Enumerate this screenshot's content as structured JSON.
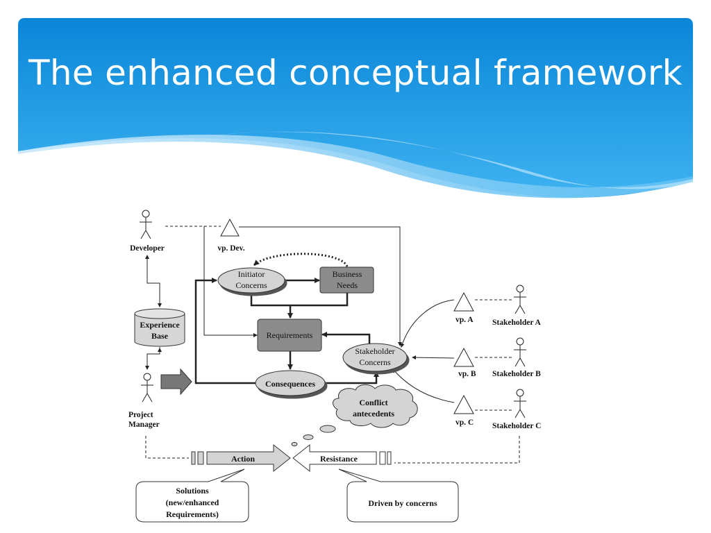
{
  "slide": {
    "title": "The enhanced conceptual framework"
  },
  "diagram": {
    "actors": {
      "developer": "Developer",
      "project_manager_line1": "Project",
      "project_manager_line2": "Manager",
      "stakeholder_a": "Stakeholder A",
      "stakeholder_b": "Stakeholder B",
      "stakeholder_c": "Stakeholder C"
    },
    "viewpoints": {
      "dev": "vp. Dev.",
      "a": "vp. A",
      "b": "vp. B",
      "c": "vp. C"
    },
    "experience_base": [
      "Experience",
      "Base"
    ],
    "initiator_concerns": [
      "Initiator",
      "Concerns"
    ],
    "business_needs": [
      "Business",
      "Needs"
    ],
    "requirements": "Requirements",
    "consequences": "Consequences",
    "stakeholder_concerns": [
      "Stakeholder",
      "Concerns"
    ],
    "conflict_antecedents": [
      "Conflict",
      "antecedents"
    ],
    "action": "Action",
    "resistance": "Resistance",
    "solutions": [
      "Solutions",
      "(new/enhanced",
      "Requirements)"
    ],
    "driven_by_concerns": "Driven by concerns"
  },
  "colors": {
    "header_blue_top": "#0a86d8",
    "header_blue_bottom": "#3bb0f0",
    "wave_light": "#9fd7f7",
    "box_dark": "#8c8c8c",
    "ellipse_light": "#d4d4d4"
  }
}
